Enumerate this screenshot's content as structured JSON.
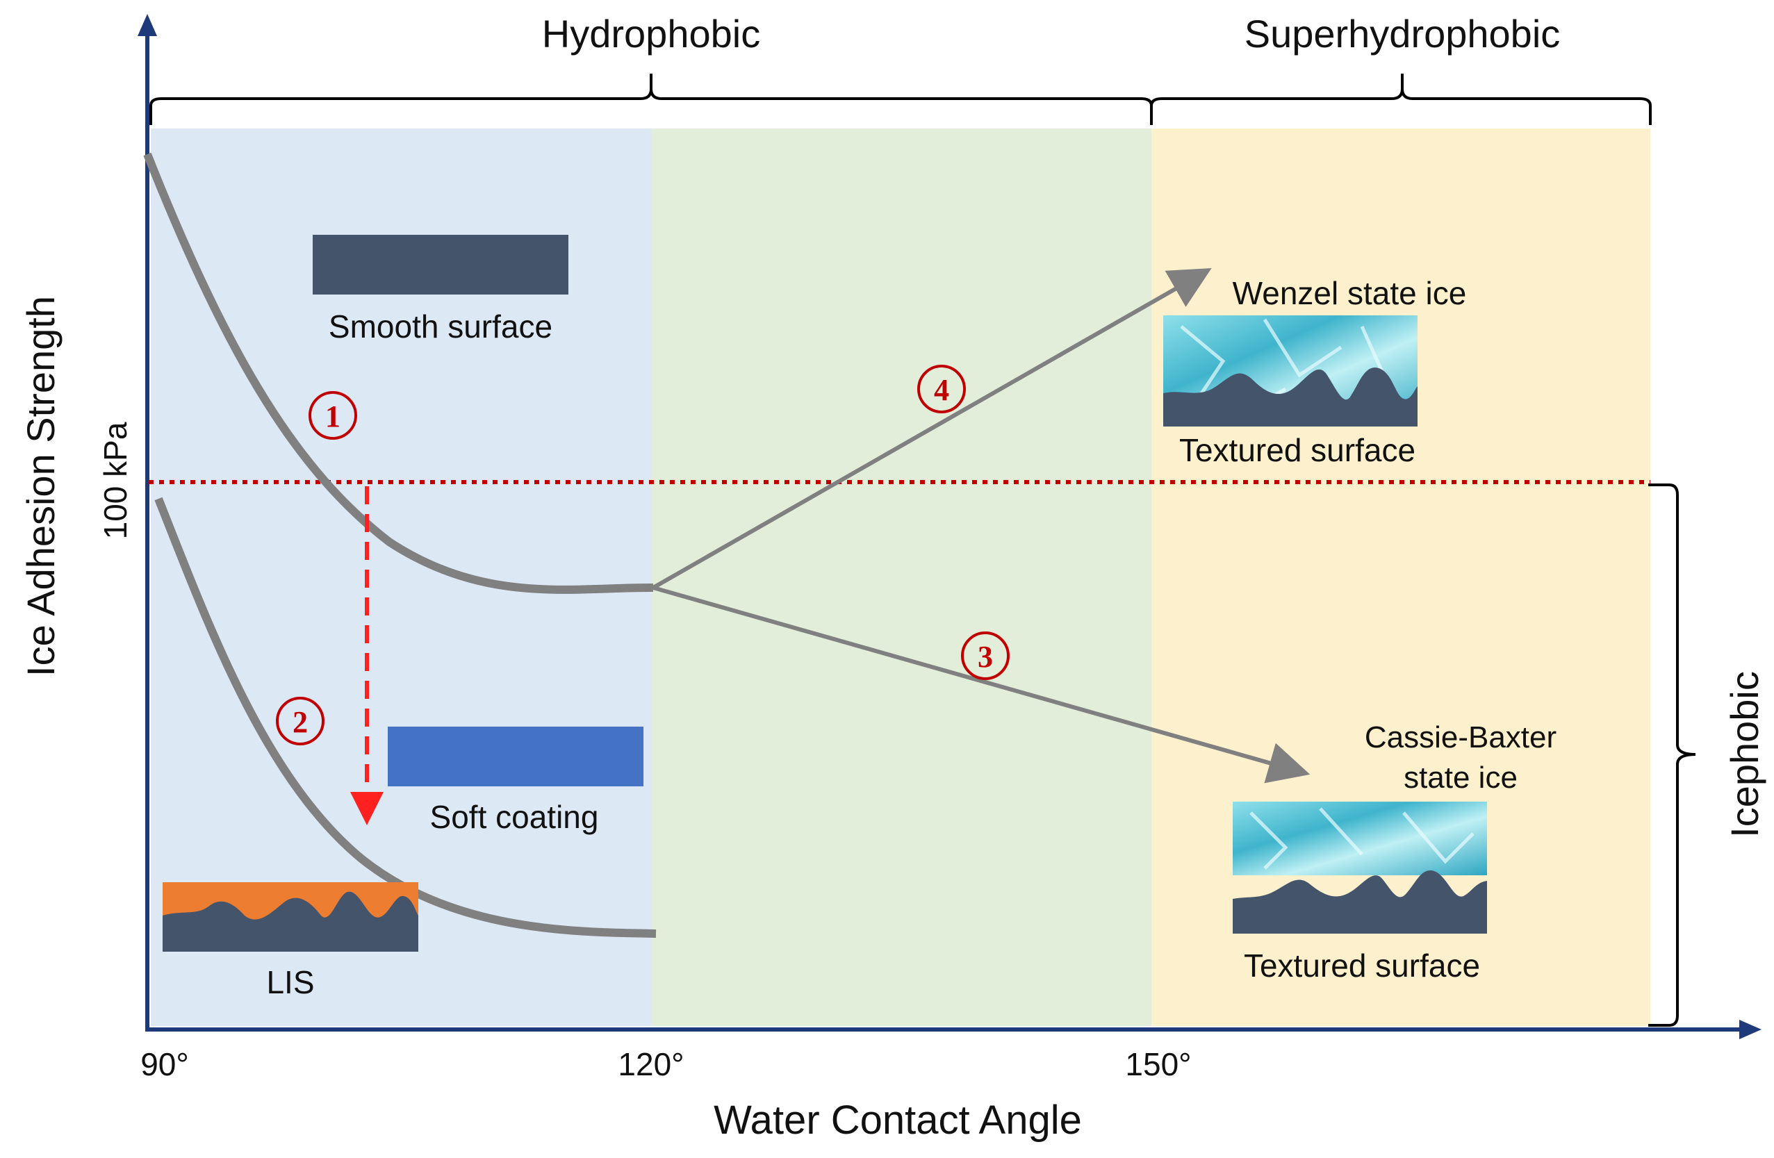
{
  "regions": {
    "hydrophobic": "Hydrophobic",
    "superhydrophobic": "Superhydrophobic",
    "icephobic": "Icephobic"
  },
  "axes": {
    "x_label": "Water Contact Angle",
    "y_label": "Ice Adhesion Strength",
    "x_ticks": [
      "90°",
      "120°",
      "150°"
    ],
    "y_reference": "100 kPa"
  },
  "labels": {
    "smooth_surface": "Smooth surface",
    "soft_coating": "Soft coating",
    "lis": "LIS",
    "wenzel_ice": "Wenzel state ice",
    "cassie_line1": "Cassie-Baxter",
    "cassie_line2": "state ice",
    "textured_surface_top": "Textured surface",
    "textured_surface_bottom": "Textured surface"
  },
  "markers": [
    "1",
    "2",
    "3",
    "4"
  ],
  "colors": {
    "axis": "#1f3a7a",
    "zone_hydrophilic_side": "#dde8f5",
    "zone_hydrophobic": "#e2eed9",
    "zone_superhydrophobic": "#fdf0cc",
    "curve": "#808080",
    "threshold_line": "#c00000",
    "drop_arrow": "#ff2020",
    "smooth_block": "#44546a",
    "soft_block": "#4472c4",
    "lis_oil": "#ed7d31",
    "substrate": "#44546a",
    "ice": "#5fc4d6",
    "marker": "#c00000"
  },
  "icons": {
    "x_axis_arrow": "arrow-right-icon",
    "y_axis_arrow": "arrow-up-icon"
  }
}
